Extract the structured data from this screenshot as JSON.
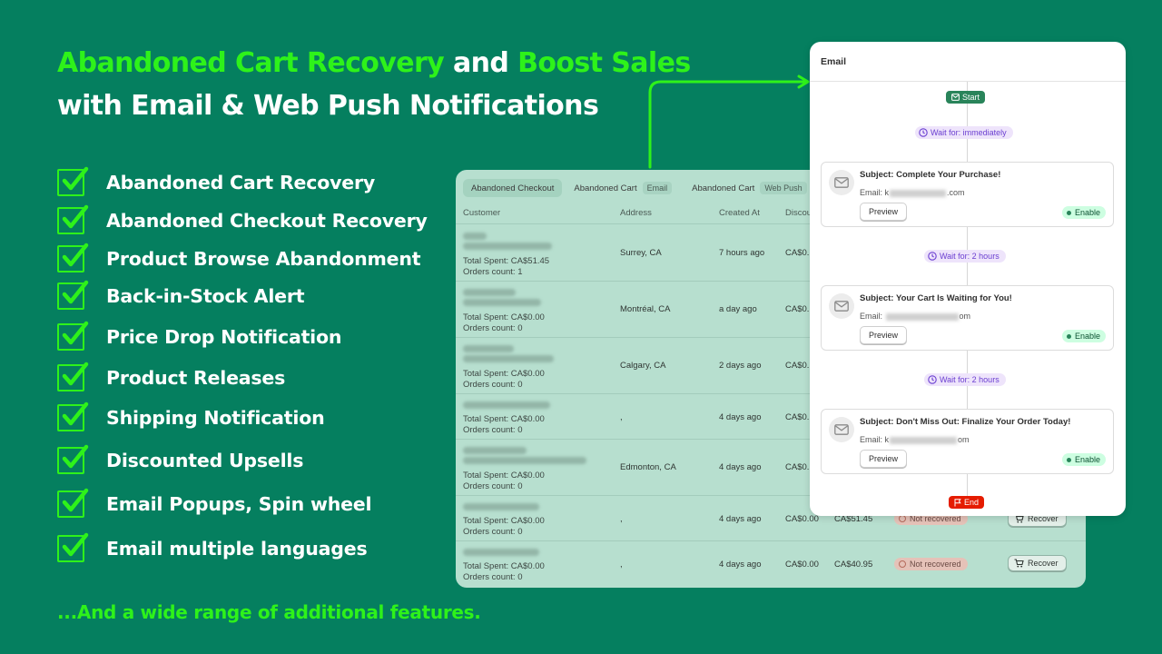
{
  "headline": {
    "line1_part1": "Abandoned Cart Recovery",
    "line1_part2": " and ",
    "line1_part3": "Boost Sales",
    "line2": "with Email & Web Push Notifications"
  },
  "features": [
    "Abandoned Cart Recovery",
    "Abandoned Checkout Recovery",
    "Product Browse Abandonment",
    "Back-in-Stock Alert",
    "Price Drop Notification",
    "Product Releases",
    "Shipping Notification",
    "Discounted Upsells",
    "Email Popups, Spin wheel",
    "Email multiple languages"
  ],
  "footer_note": "...And a wide range of additional features.",
  "colors": {
    "background": "#057f5f",
    "accent_green": "#2ef21a",
    "panel": "#b7dfcf"
  },
  "table_panel": {
    "tabs": [
      {
        "label": "Abandoned Checkout",
        "pill": ""
      },
      {
        "label": "Abandoned Cart",
        "pill": "Email"
      },
      {
        "label": "Abandoned Cart",
        "pill": "Web Push"
      }
    ],
    "columns": [
      "Customer",
      "Address",
      "Created At",
      "Discou"
    ],
    "rows": [
      {
        "total_spent": "Total Spent: CA$51.45",
        "orders": "Orders count: 1",
        "address": "Surrey,  CA",
        "created": "7 hours ago",
        "discount": "CA$0.",
        "subtotal": "",
        "status": "",
        "action": ""
      },
      {
        "total_spent": "Total Spent: CA$0.00",
        "orders": "Orders count: 0",
        "address": "Montréal,  CA",
        "created": "a day ago",
        "discount": "CA$0.",
        "subtotal": "",
        "status": "",
        "action": ""
      },
      {
        "total_spent": "Total Spent: CA$0.00",
        "orders": "Orders count: 0",
        "address": "Calgary,  CA",
        "created": "2 days ago",
        "discount": "CA$0.",
        "subtotal": "",
        "status": "",
        "action": ""
      },
      {
        "total_spent": "Total Spent: CA$0.00",
        "orders": "Orders count: 0",
        "address": ",",
        "created": "4 days ago",
        "discount": "CA$0.",
        "subtotal": "",
        "status": "",
        "action": ""
      },
      {
        "total_spent": "Total Spent: CA$0.00",
        "orders": "Orders count: 0",
        "address": "Edmonton,  CA",
        "created": "4 days ago",
        "discount": "CA$0.",
        "subtotal": "",
        "status": "",
        "action": ""
      },
      {
        "total_spent": "Total Spent: CA$0.00",
        "orders": "Orders count: 0",
        "address": ",",
        "created": "4 days ago",
        "discount": "CA$0.00",
        "subtotal": "CA$51.45",
        "status": "Not recovered",
        "action": "Recover"
      },
      {
        "total_spent": "Total Spent: CA$0.00",
        "orders": "Orders count: 0",
        "address": ",",
        "created": "4 days ago",
        "discount": "CA$0.00",
        "subtotal": "CA$40.95",
        "status": "Not recovered",
        "action": "Recover"
      }
    ]
  },
  "email_panel": {
    "title": "Email",
    "start_label": "Start",
    "end_label": "End",
    "waits": [
      "Wait for: immediately",
      "Wait for: 2 hours",
      "Wait for: 2 hours"
    ],
    "cards": [
      {
        "subject": "Subject: Complete Your Purchase!",
        "email_prefix": "Email: k",
        "email_suffix": ".com",
        "preview": "Preview",
        "status": "Enable"
      },
      {
        "subject": "Subject: Your Cart Is Waiting for You!",
        "email_prefix": "Email: ",
        "email_suffix": "om",
        "preview": "Preview",
        "status": "Enable"
      },
      {
        "subject": "Subject: Don't Miss Out: Finalize Your Order Today!",
        "email_prefix": "Email: k",
        "email_suffix": "om",
        "preview": "Preview",
        "status": "Enable"
      }
    ]
  }
}
